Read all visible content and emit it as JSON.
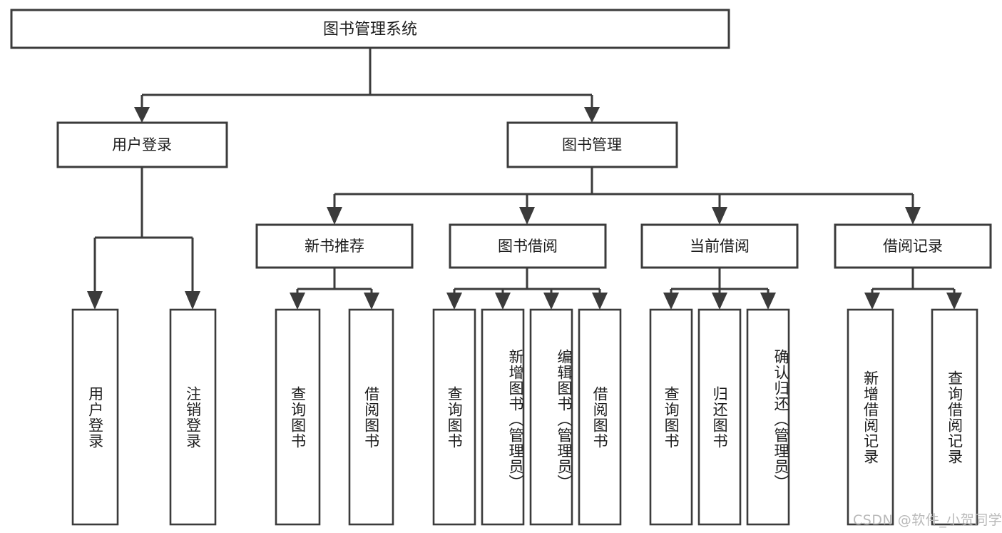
{
  "page": {
    "background_color": "#ffffff",
    "line_color": "#3b3b3b",
    "text_color": "#1d1d1d",
    "watermark": "CSDN @软件_小贺同学",
    "watermark_color": "#b9b9b9"
  },
  "chart_data": {
    "type": "diagram",
    "diagram_kind": "tree",
    "title": "图书管理系统",
    "orientation": "top-down",
    "levels": 4
  },
  "root": {
    "label": "图书管理系统"
  },
  "level2": {
    "user_login": {
      "label": "用户登录"
    },
    "book_manage": {
      "label": "图书管理"
    }
  },
  "level3": {
    "new_book_recommend": {
      "label": "新书推荐"
    },
    "book_borrow": {
      "label": "图书借阅"
    },
    "current_borrow": {
      "label": "当前借阅"
    },
    "borrow_record": {
      "label": "借阅记录"
    }
  },
  "leaves": {
    "user_login": [
      {
        "label": "用户登录"
      },
      {
        "label": "注销登录"
      }
    ],
    "new_book_recommend": [
      {
        "label": "查询图书"
      },
      {
        "label": "借阅图书"
      }
    ],
    "book_borrow": [
      {
        "label": "查询图书"
      },
      {
        "label": "新增图书（管理员）"
      },
      {
        "label": "编辑图书（管理员）"
      },
      {
        "label": "借阅图书"
      }
    ],
    "current_borrow": [
      {
        "label": "查询图书"
      },
      {
        "label": "归还图书"
      },
      {
        "label": "确认归还（管理员）"
      }
    ],
    "borrow_record": [
      {
        "label": "新增借阅记录"
      },
      {
        "label": "查询借阅记录"
      }
    ]
  }
}
